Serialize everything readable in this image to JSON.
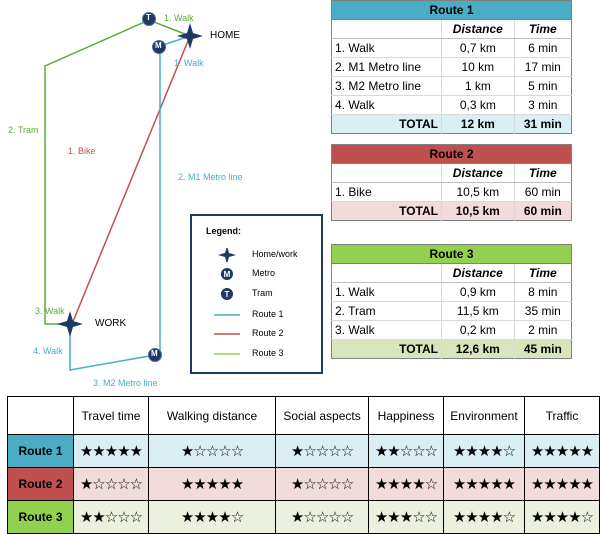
{
  "map": {
    "home_label": "HOME",
    "work_label": "WORK",
    "segments": {
      "r1_walk1": "1. Walk",
      "r1_m1": "2. M1 Metro line",
      "r1_m2": "3. M2 Metro line",
      "r1_walk4": "4. Walk",
      "r2_bike": "1. Bike",
      "r3_walk1": "1. Walk",
      "r3_tram": "2. Tram",
      "r3_walk3": "3. Walk"
    },
    "metro_symbol": "M",
    "tram_symbol": "T",
    "colors": {
      "route1": "#4bacc6",
      "route2": "#c0504d",
      "route3": "#5aad3a",
      "marker": "#1f3864"
    }
  },
  "legend": {
    "title": "Legend:",
    "items": [
      {
        "symbol": "star-icon",
        "label": "Home/work"
      },
      {
        "symbol": "metro-icon",
        "label": "Metro"
      },
      {
        "symbol": "tram-icon",
        "label": "Tram"
      },
      {
        "symbol": "line-blue",
        "label": "Route 1"
      },
      {
        "symbol": "line-red",
        "label": "Route 2"
      },
      {
        "symbol": "line-green",
        "label": "Route 3"
      }
    ]
  },
  "routes": [
    {
      "title": "Route 1",
      "col_distance": "Distance",
      "col_time": "Time",
      "rows": [
        {
          "name": "1. Walk",
          "distance": "0,7 km",
          "time": "6 min"
        },
        {
          "name": "2. M1 Metro line",
          "distance": "10 km",
          "time": "17 min"
        },
        {
          "name": "3. M2 Metro line",
          "distance": "1 km",
          "time": "5 min"
        },
        {
          "name": "4. Walk",
          "distance": "0,3 km",
          "time": "3 min"
        }
      ],
      "total_label": "TOTAL",
      "total_distance": "12 km",
      "total_time": "31 min"
    },
    {
      "title": "Route 2",
      "col_distance": "Distance",
      "col_time": "Time",
      "rows": [
        {
          "name": "1. Bike",
          "distance": "10,5 km",
          "time": "60 min"
        }
      ],
      "total_label": "TOTAL",
      "total_distance": "10,5 km",
      "total_time": "60 min"
    },
    {
      "title": "Route 3",
      "col_distance": "Distance",
      "col_time": "Time",
      "rows": [
        {
          "name": "1. Walk",
          "distance": "0,9 km",
          "time": "8 min"
        },
        {
          "name": "2. Tram",
          "distance": "11,5 km",
          "time": "35 min"
        },
        {
          "name": "3. Walk",
          "distance": "0,2 km",
          "time": "2 min"
        }
      ],
      "total_label": "TOTAL",
      "total_distance": "12,6 km",
      "total_time": "45 min"
    }
  ],
  "rating": {
    "headers": [
      "Travel time",
      "Walking distance",
      "Social aspects",
      "Happiness",
      "Environment",
      "Traffic"
    ],
    "max_stars": 5,
    "rows": [
      {
        "label": "Route 1",
        "scores": [
          5,
          1,
          1,
          2,
          4,
          5
        ]
      },
      {
        "label": "Route 2",
        "scores": [
          1,
          5,
          1,
          4,
          5,
          5
        ]
      },
      {
        "label": "Route 3",
        "scores": [
          2,
          4,
          1,
          3,
          4,
          4
        ]
      }
    ]
  }
}
